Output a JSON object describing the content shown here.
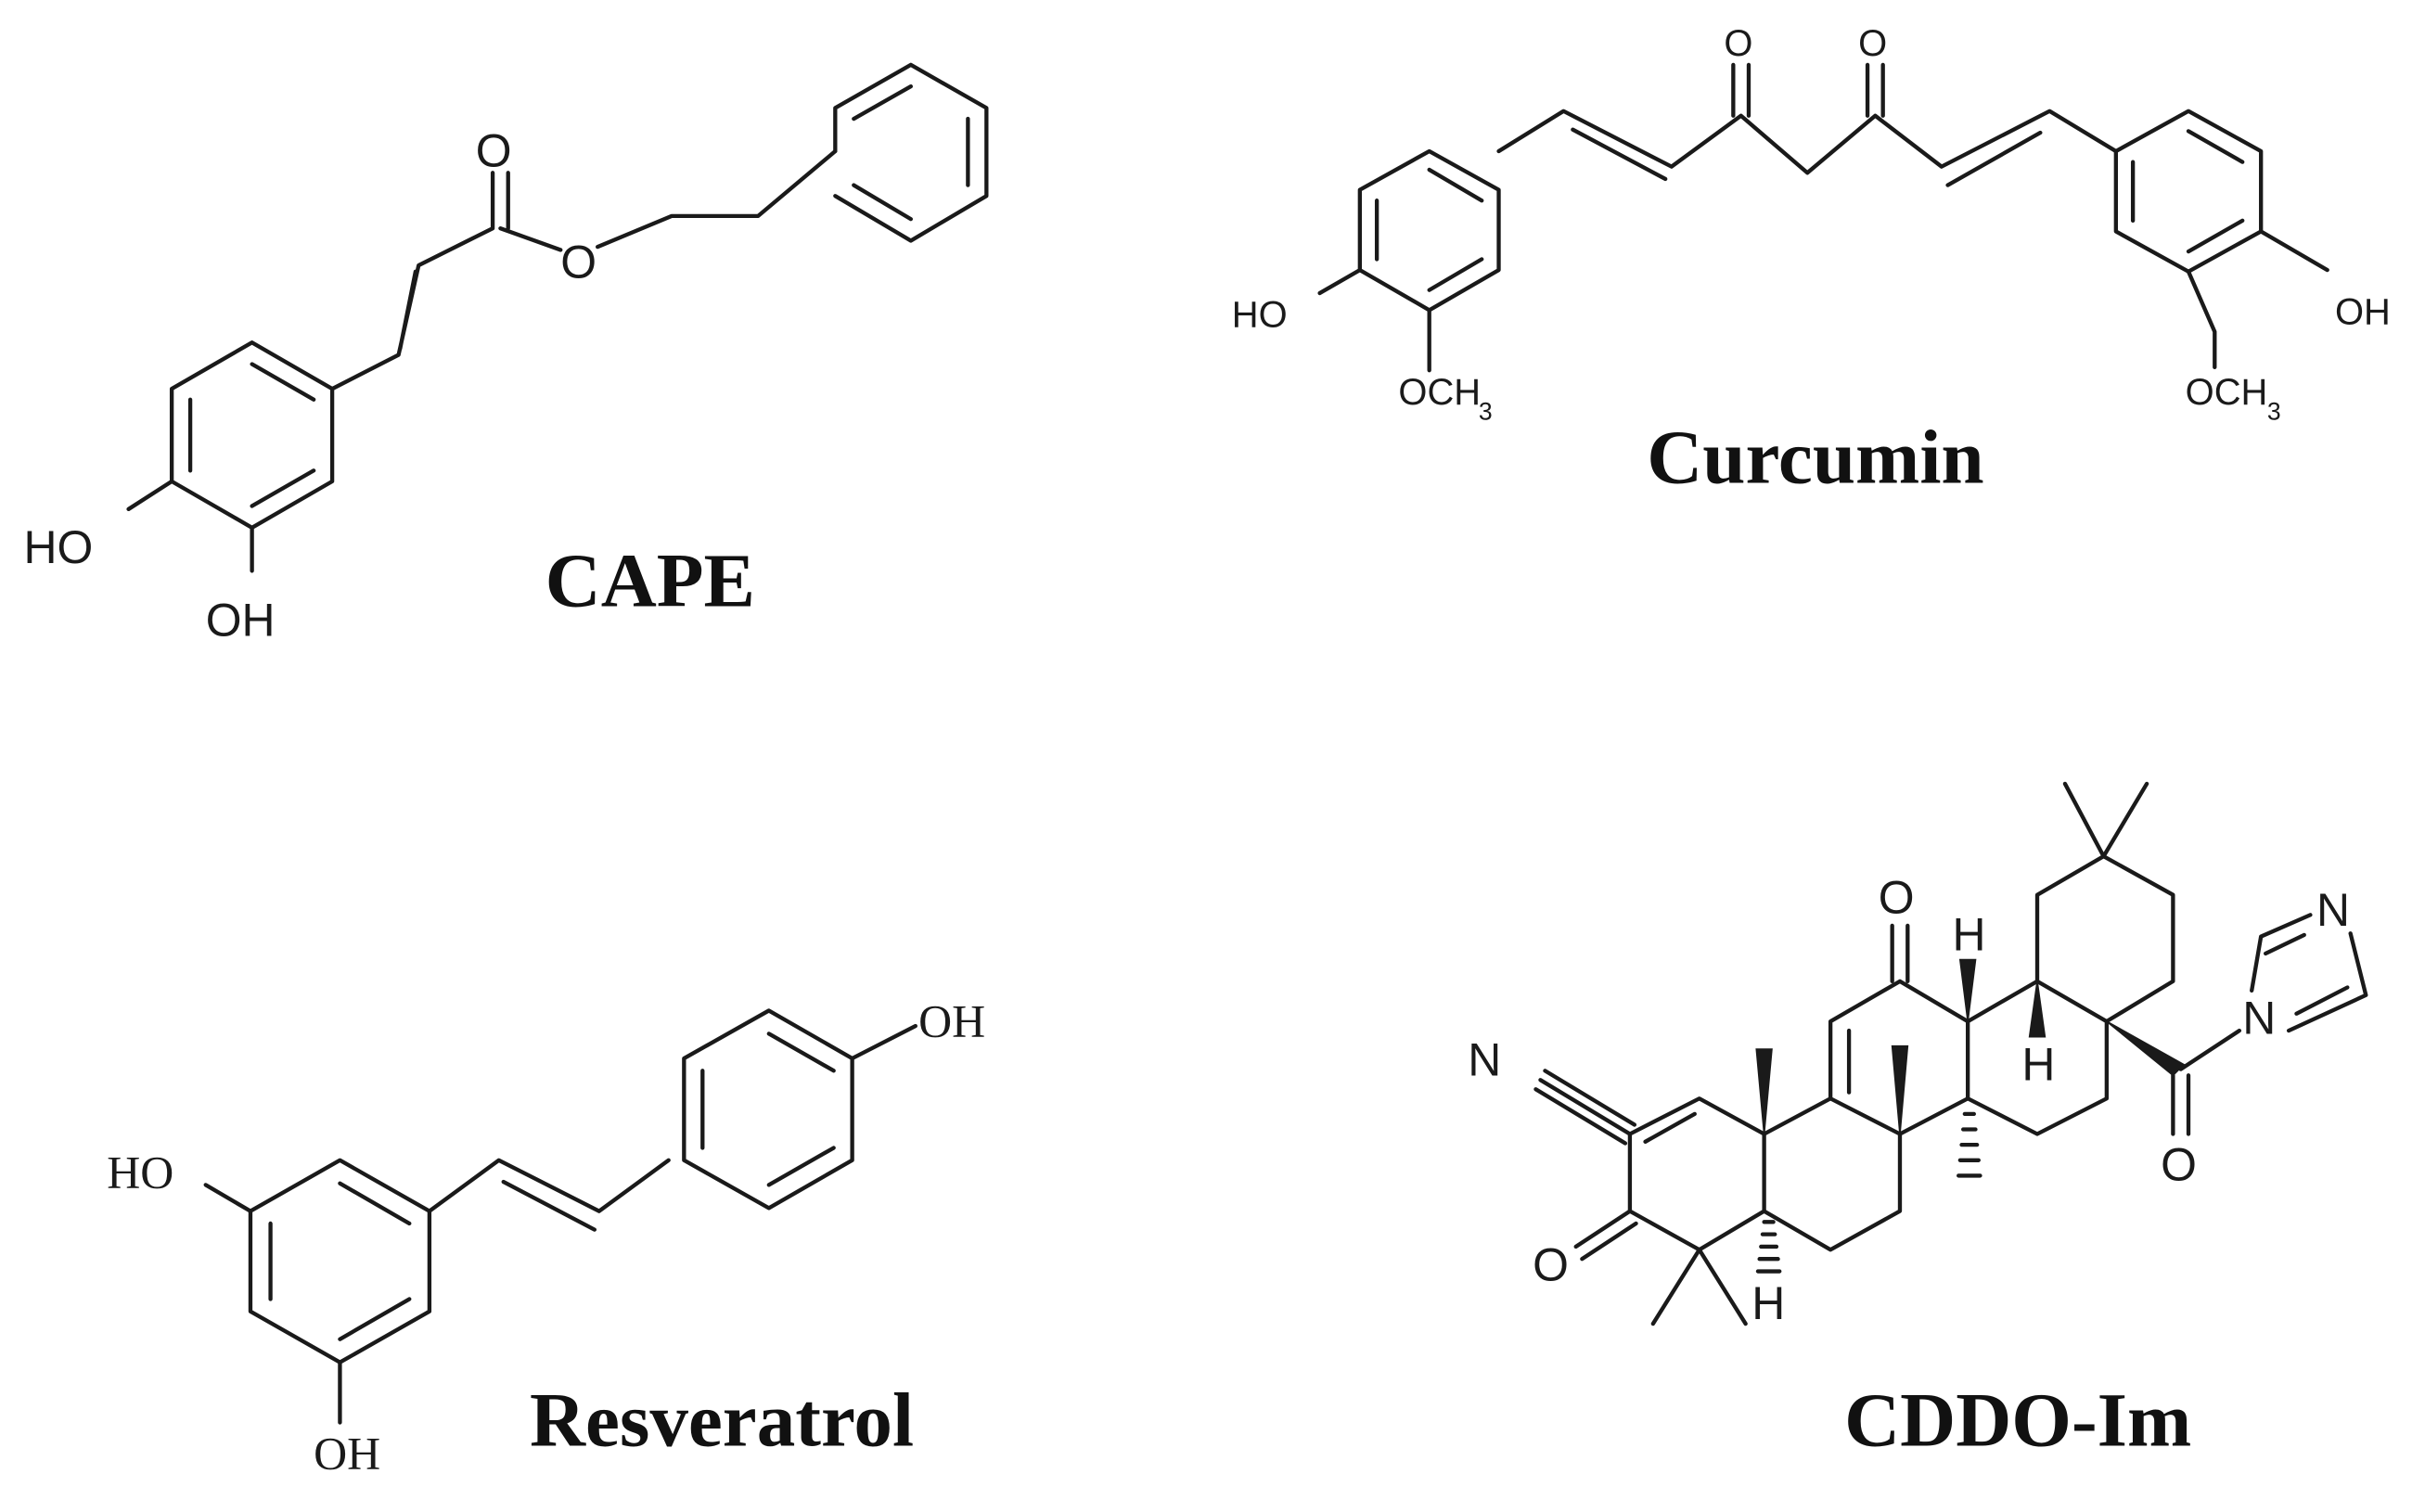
{
  "compounds": [
    {
      "name": "CAPE",
      "atoms": {
        "carbonyl_o": "O",
        "ester_o": "O",
        "hydroxyl_1": "HO",
        "hydroxyl_2": "OH"
      }
    },
    {
      "name": "Curcumin",
      "atoms": {
        "ketone_o_1": "O",
        "ketone_o_2": "O",
        "hydroxyl_left": "HO",
        "hydroxyl_right": "OH",
        "methoxy_left": "OCH",
        "methoxy_right": "OCH",
        "methoxy_sub": "3"
      }
    },
    {
      "name": "Resveratrol",
      "atoms": {
        "hydroxyl_top": "OH",
        "hydroxyl_left": "HO",
        "hydroxyl_bottom": "OH"
      }
    },
    {
      "name": "CDDO-Im",
      "atoms": {
        "nitrile_n": "N",
        "ketone_o_top": "O",
        "ketone_o_left": "O",
        "amide_o": "O",
        "imidazole_n1": "N",
        "imidazole_n2": "N",
        "h_upper": "H",
        "h_middle": "H",
        "h_lower": "H"
      }
    }
  ]
}
